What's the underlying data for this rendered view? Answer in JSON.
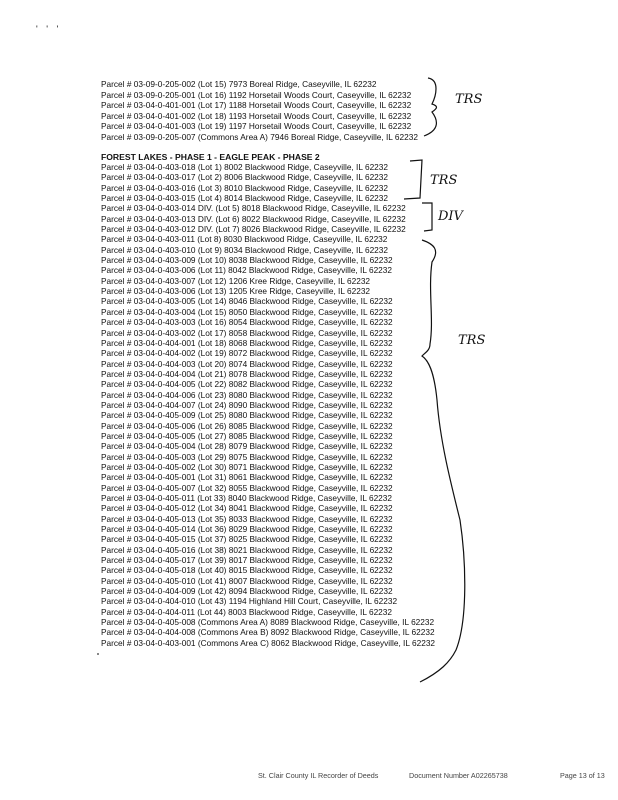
{
  "corner_marks": "' ' '",
  "group1": [
    "Parcel # 03-09-0-205-002 (Lot 15) 7973 Boreal Ridge, Caseyville, IL 62232",
    "Parcel # 03-09-0-205-001 (Lot 16) 1192 Horsetail Woods Court, Caseyville, IL 62232",
    "Parcel # 03-04-0-401-001 (Lot 17) 1188 Horsetail Woods Court, Caseyville, IL 62232",
    "Parcel # 03-04-0-401-002 (Lot 18) 1193 Horsetail Woods Court, Caseyville, IL 62232",
    "Parcel # 03-04-0-401-003 (Lot 19) 1197 Horsetail Woods Court, Caseyville, IL 62232",
    "Parcel # 03-09-0-205-007 (Commons Area A) 7946 Boreal Ridge, Caseyville, IL 62232"
  ],
  "group2_heading": "FOREST LAKES - PHASE 1 - EAGLE PEAK - PHASE 2",
  "group2": [
    "Parcel # 03-04-0-403-018 (Lot 1) 8002 Blackwood Ridge, Caseyville, IL 62232",
    "Parcel # 03-04-0-403-017 (Lot 2) 8006 Blackwood Ridge, Caseyville, IL 62232",
    "Parcel # 03-04-0-403-016 (Lot 3) 8010 Blackwood Ridge, Caseyville, IL 62232",
    "Parcel # 03-04-0-403-015 (Lot 4) 8014 Blackwood Ridge, Caseyville, IL 62232",
    "Parcel # 03-04-0-403-014 DIV. (Lot 5) 8018 Blackwood Ridge, Caseyville, IL 62232",
    "Parcel # 03-04-0-403-013 DIV. (Lot 6) 8022 Blackwood Ridge, Caseyville, IL 62232",
    "Parcel # 03-04-0-403-012 DIV. (Lot 7) 8026 Blackwood Ridge, Caseyville, IL 62232",
    "Parcel # 03-04-0-403-011 (Lot 8) 8030 Blackwood Ridge, Caseyville, IL 62232",
    "Parcel # 03-04-0-403-010 (Lot 9) 8034 Blackwood Ridge, Caseyville, IL 62232",
    "Parcel # 03-04-0-403-009 (Lot 10) 8038 Blackwood Ridge, Caseyville, IL 62232",
    "Parcel # 03-04-0-403-006 (Lot 11) 8042 Blackwood Ridge, Caseyville, IL 62232",
    "Parcel # 03-04-0-403-007 (Lot 12) 1206 Kree Ridge, Caseyville, IL 62232",
    "Parcel # 03-04-0-403-006 (Lot 13) 1205 Kree Ridge, Caseyville, IL 62232",
    "Parcel # 03-04-0-403-005 (Lot 14) 8046 Blackwood Ridge, Caseyville, IL 62232",
    "Parcel # 03-04-0-403-004 (Lot 15) 8050 Blackwood Ridge, Caseyville, IL 62232",
    "Parcel # 03-04-0-403-003 (Lot 16) 8054 Blackwood Ridge, Caseyville, IL 62232",
    "Parcel # 03-04-0-403-002 (Lot 17) 8058 Blackwood Ridge, Caseyville, IL 62232",
    "Parcel # 03-04-0-404-001 (Lot 18) 8068 Blackwood Ridge, Caseyville, IL 62232",
    "Parcel # 03-04-0-404-002 (Lot 19) 8072 Blackwood Ridge, Caseyville, IL 62232",
    "Parcel # 03-04-0-404-003 (Lot 20) 8074 Blackwood Ridge, Caseyville, IL 62232",
    "Parcel # 03-04-0-404-004 (Lot 21) 8078 Blackwood Ridge, Caseyville, IL 62232",
    "Parcel # 03-04-0-404-005 (Lot 22) 8082 Blackwood Ridge, Caseyville, IL 62232",
    "Parcel # 03-04-0-404-006 (Lot 23) 8080 Blackwood Ridge, Caseyville, IL 62232",
    "Parcel # 03-04-0-404-007 (Lot 24) 8090 Blackwood Ridge, Caseyville, IL 62232",
    "Parcel # 03-04-0-405-009 (Lot 25) 8080 Blackwood Ridge, Caseyville, IL 62232",
    "Parcel # 03-04-0-405-006 (Lot 26) 8085 Blackwood Ridge, Caseyville, IL 62232",
    "Parcel # 03-04-0-405-005 (Lot 27) 8085 Blackwood Ridge, Caseyville, IL 62232",
    "Parcel # 03-04-0-405-004 (Lot 28) 8079 Blackwood Ridge, Caseyville, IL 62232",
    "Parcel # 03-04-0-405-003 (Lot 29) 8075 Blackwood Ridge, Caseyville, IL 62232",
    "Parcel # 03-04-0-405-002 (Lot 30) 8071 Blackwood Ridge, Caseyville, IL 62232",
    "Parcel # 03-04-0-405-001 (Lot 31) 8061 Blackwood Ridge, Caseyville, IL 62232",
    "Parcel # 03-04-0-405-007 (Lot 32) 8055 Blackwood Ridge, Caseyville, IL 62232",
    "Parcel # 03-04-0-405-011 (Lot 33) 8040 Blackwood Ridge, Caseyville, IL 62232",
    "Parcel # 03-04-0-405-012 (Lot 34) 8041 Blackwood Ridge, Caseyville, IL 62232",
    "Parcel # 03-04-0-405-013 (Lot 35) 8033 Blackwood Ridge, Caseyville, IL 62232",
    "Parcel # 03-04-0-405-014 (Lot 36) 8029 Blackwood Ridge, Caseyville, IL 62232",
    "Parcel # 03-04-0-405-015 (Lot 37) 8025 Blackwood Ridge, Caseyville, IL 62232",
    "Parcel # 03-04-0-405-016 (Lot 38) 8021 Blackwood Ridge, Caseyville, IL 62232",
    "Parcel # 03-04-0-405-017 (Lot 39) 8017 Blackwood Ridge, Caseyville, IL 62232",
    "Parcel # 03-04-0-405-018 (Lot 40) 8015 Blackwood Ridge, Caseyville, IL 62232",
    "Parcel # 03-04-0-405-010 (Lot 41) 8007 Blackwood Ridge, Caseyville, IL 62232",
    "Parcel # 03-04-0-404-009 (Lot 42) 8094 Blackwood Ridge, Caseyville, IL 62232",
    "Parcel # 03-04-0-404-010 (Lot 43) 1194 Highland Hill Court, Caseyville, IL 62232",
    "Parcel # 03-04-0-404-011 (Lot 44) 8003 Blackwood Ridge, Caseyville, IL 62232",
    "Parcel # 03-04-0-405-008 (Commons Area A) 8089 Blackwood Ridge, Caseyville, IL 62232",
    "Parcel # 03-04-0-404-008 (Commons Area B) 8092 Blackwood Ridge, Caseyville, IL 62232",
    "Parcel # 03-04-0-403-001 (Commons Area C) 8062 Blackwood Ridge, Caseyville, IL 62232"
  ],
  "annotations": {
    "note1": "TRS",
    "note2": "TRS",
    "note3": "DIV",
    "note4": "TRS"
  },
  "footer": {
    "recorder": "St. Clair County IL Recorder of Deeds",
    "document_number": "Document Number A02265738",
    "page": "Page 13 of 13"
  }
}
